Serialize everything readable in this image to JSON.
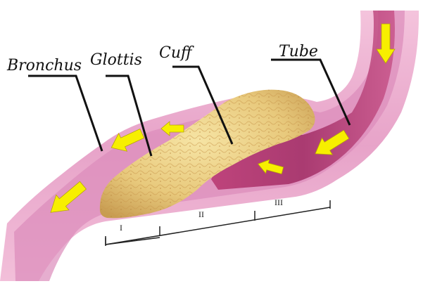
{
  "labels": {
    "bronchus": "Bronchus",
    "glottis": "Glottis",
    "cuff": "Cuff",
    "tube": "Tube"
  },
  "sections": {
    "s1": "I",
    "s2": "II",
    "s3": "III"
  },
  "colors": {
    "airway": "#e9a3c7",
    "airway_inner": "#d77fb0",
    "cuff": "#e8c97c",
    "arrow": "#f7ef00"
  },
  "icons": [
    "flow-arrow-icon"
  ]
}
